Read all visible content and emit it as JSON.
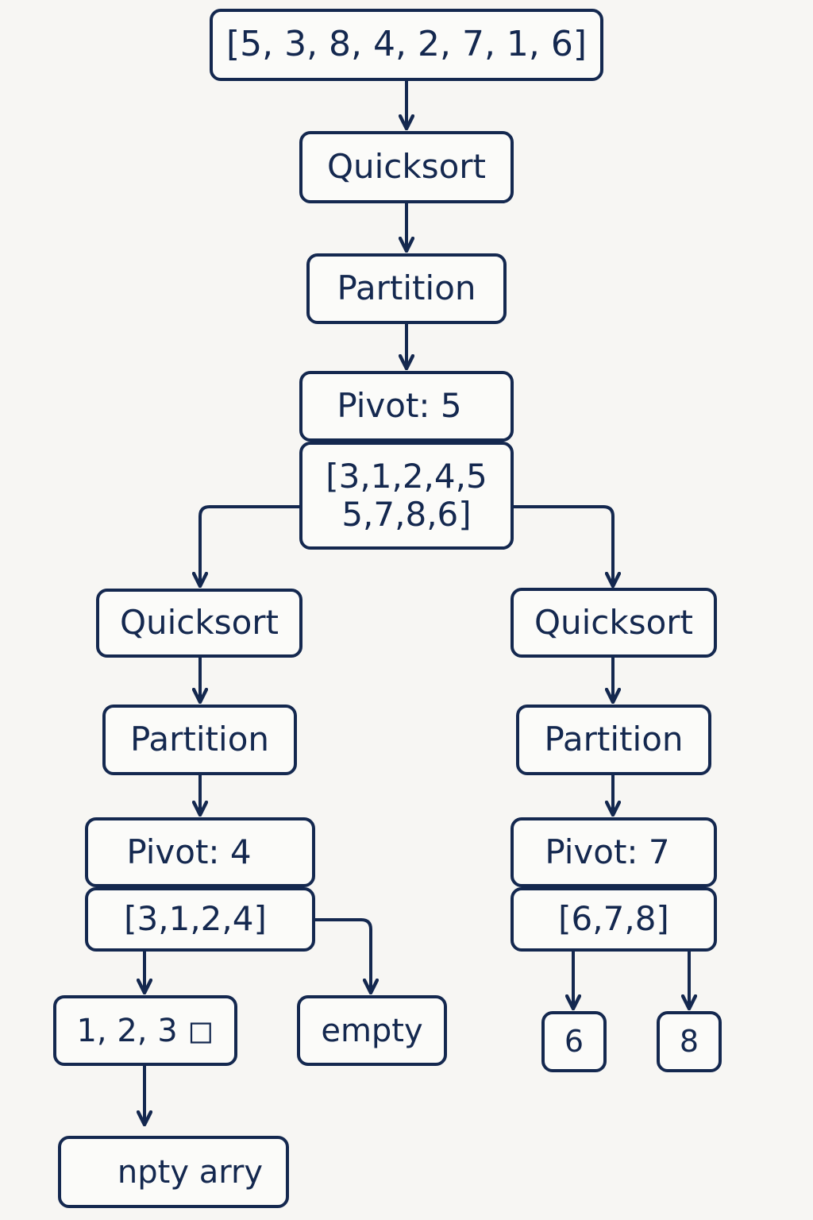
{
  "colors": {
    "stroke": "#14284f",
    "background": "#f7f6f3",
    "node_fill": "#fbfbf9"
  },
  "nodes": {
    "input_array": "[5, 3, 8, 4, 2, 7, 1, 6]",
    "root_quicksort": "Quicksort",
    "root_partition": "Partition",
    "root_pivot": "Pivot: 5",
    "root_result_line1": "[3,1,2,4,5",
    "root_result_line2": "5,7,8,6]",
    "left_quicksort": "Quicksort",
    "left_partition": "Partition",
    "left_pivot": "Pivot: 4",
    "left_result": "[3,1,2,4]",
    "left_left_leaf": "1, 2, 3 ◻",
    "left_right_leaf": "empty",
    "left_bottom_leaf": "npty arry",
    "right_quicksort": "Quicksort",
    "right_partition": "Partition",
    "right_pivot": "Pivot: 7",
    "right_result": "[6,7,8]",
    "right_left_leaf": "6",
    "right_right_leaf": "8"
  }
}
